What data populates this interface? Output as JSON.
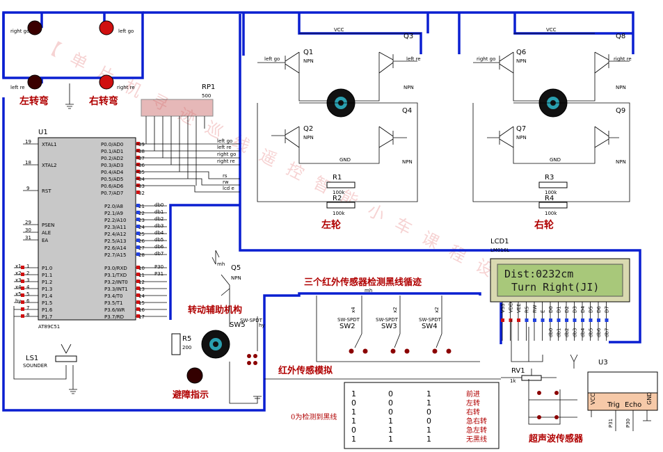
{
  "watermark": "【 单 片 机 寻 迹 巡 线 遥 控 智 能 小 车 课 程 设 计 】",
  "labels": {
    "turn_left": "左转弯",
    "turn_right": "右转弯",
    "left_wheel": "左轮",
    "right_wheel": "右轮",
    "ir_title": "三个红外传感器检测黑线循迹",
    "ir_sim": "红外传感模拟",
    "steer_aux": "转动辅助机构",
    "avoid_ind": "避障指示",
    "black_note": "0为检测到黑线",
    "ultrasonic": "超声波传感器"
  },
  "components": {
    "u1": "U1",
    "u1_part": "AT89C51",
    "rp1": "RP1",
    "rp1_val": "500",
    "q1": "Q1",
    "q2": "Q2",
    "q3": "Q3",
    "q4": "Q4",
    "q5": "Q5",
    "q6": "Q6",
    "q7": "Q7",
    "q8": "Q8",
    "q9": "Q9",
    "npn": "NPN",
    "r1": "R1",
    "r2": "R2",
    "r3": "R3",
    "r4": "R4",
    "r5": "R5",
    "r_val": "100k",
    "r5_val": "200",
    "ls1": "LS1",
    "ls1_part": "SOUNDER",
    "lcd1": "LCD1",
    "lcd1_part": "LM016L",
    "rv1": "RV1",
    "rv1_val": "1k",
    "u3": "U3",
    "sw2": "SW2",
    "sw3": "SW3",
    "sw4": "SW4",
    "sw5": "SW5",
    "swspdt": "SW-SPDT",
    "vcc": "VCC",
    "gnd": "GND",
    "mh": "mh"
  },
  "pins_left": [
    "XTAL1",
    "XTAL2",
    "RST",
    "PSEN",
    "ALE",
    "EA"
  ],
  "pins_left_nums": [
    "19",
    "18",
    "9",
    "29",
    "30",
    "31"
  ],
  "p1_pins": [
    "P1.0",
    "P1.1",
    "P1.2",
    "P1.3",
    "P1.4",
    "P1.5",
    "P1.6",
    "P1.7"
  ],
  "p1_nums": [
    "1",
    "2",
    "3",
    "4",
    "5",
    "6",
    "7",
    "8"
  ],
  "p1_nets": [
    "x1",
    "x2",
    "x3",
    "x4",
    "x5",
    "hy",
    "",
    ""
  ],
  "p0_pins": [
    "P0.0/AD0",
    "P0.1/AD1",
    "P0.2/AD2",
    "P0.3/AD3",
    "P0.4/AD4",
    "P0.5/AD5",
    "P0.6/AD6",
    "P0.7/AD7"
  ],
  "p0_nums": [
    "39",
    "38",
    "37",
    "36",
    "35",
    "34",
    "33",
    "32"
  ],
  "p0_nets": [
    "left go",
    "left re",
    "right go",
    "right re",
    "rs",
    "rw",
    "lcd e",
    ""
  ],
  "p2_pins": [
    "P2.0/A8",
    "P2.1/A9",
    "P2.2/A10",
    "P2.3/A11",
    "P2.4/A12",
    "P2.5/A13",
    "P2.6/A14",
    "P2.7/A15"
  ],
  "p2_nums": [
    "21",
    "22",
    "23",
    "24",
    "25",
    "26",
    "27",
    "28"
  ],
  "p2_nets": [
    "db0",
    "db1",
    "db2",
    "db3",
    "db4",
    "db5",
    "db6",
    "db7"
  ],
  "p3_pins": [
    "P3.0/RXD",
    "P3.1/TXD",
    "P3.2/INT0",
    "P3.3/INT1",
    "P3.4/T0",
    "P3.5/T1",
    "P3.6/WR",
    "P3.7/RD"
  ],
  "p3_nums": [
    "10",
    "11",
    "12",
    "13",
    "14",
    "15",
    "16",
    "17"
  ],
  "p3_nets": [
    "P30",
    "P31",
    "",
    "",
    "",
    "",
    "",
    ""
  ],
  "net_labels": {
    "right_go": "right go",
    "left_go": "left go",
    "left_re": "left re",
    "right_re": "right re",
    "rs": "rs",
    "rw": "rw",
    "lcd_e": "lcd e",
    "hy": "hy",
    "p30": "P30",
    "p31": "P31",
    "x1": "x1",
    "x2": "x2",
    "x3": "x3",
    "x4": "x4"
  },
  "lcd": {
    "line1": "Dist:0232cm",
    "line2": "Turn Right(JI)",
    "pins": [
      "VSS",
      "VDD",
      "VEE",
      "RS",
      "RW",
      "E",
      "D0",
      "D1",
      "D2",
      "D3",
      "D4",
      "D5",
      "D6",
      "D7"
    ]
  },
  "ultrasonic_pins": [
    "VCC",
    "Trig",
    "Echo",
    "GND"
  ],
  "truth_table": {
    "rows": [
      [
        "1",
        "0",
        "1",
        "前进"
      ],
      [
        "0",
        "0",
        "1",
        "左转"
      ],
      [
        "1",
        "0",
        "0",
        "右转"
      ],
      [
        "1",
        "1",
        "0",
        "急右转"
      ],
      [
        "0",
        "1",
        "1",
        "急左转"
      ],
      [
        "1",
        "1",
        "1",
        "无黑线"
      ]
    ]
  },
  "colors": {
    "bus": "#0a1fd1",
    "red_text": "#b00000",
    "lcd_bg": "#a8c87a",
    "lcd_frame": "#d9d9b0",
    "chip_fill": "#c8c8c8"
  }
}
